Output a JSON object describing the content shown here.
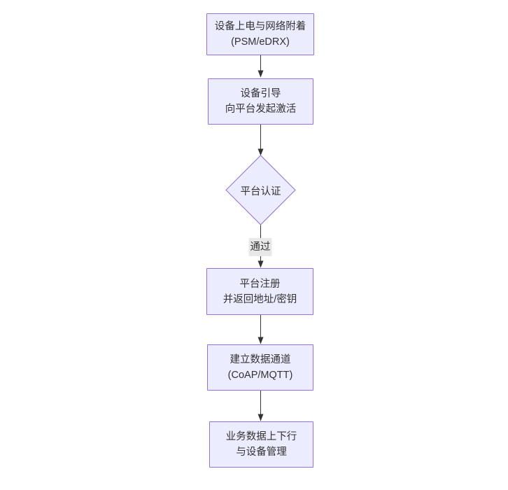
{
  "colors": {
    "background": "#ffffff",
    "node_fill": "#ececff",
    "node_border": "#9370db",
    "text": "#333333",
    "edge": "#333333",
    "edge_label_bg": "#e8e8e8"
  },
  "nodes": [
    {
      "id": "power-attach",
      "shape": "rect",
      "lines": [
        "设备上电与网络附着",
        "(PSM/eDRX)"
      ]
    },
    {
      "id": "device-bootstrap",
      "shape": "rect",
      "lines": [
        "设备引导",
        "向平台发起激活"
      ]
    },
    {
      "id": "platform-auth",
      "shape": "diamond",
      "lines": [
        "平台认证"
      ]
    },
    {
      "id": "platform-register",
      "shape": "rect",
      "lines": [
        "平台注册",
        "并返回地址/密钥"
      ]
    },
    {
      "id": "data-channel",
      "shape": "rect",
      "lines": [
        "建立数据通道",
        "(CoAP/MQTT)"
      ]
    },
    {
      "id": "business-data",
      "shape": "rect",
      "lines": [
        "业务数据上下行",
        "与设备管理"
      ]
    }
  ],
  "edges": [
    {
      "from": "power-attach",
      "to": "device-bootstrap"
    },
    {
      "from": "device-bootstrap",
      "to": "platform-auth"
    },
    {
      "from": "platform-auth",
      "to": "platform-register",
      "label": "通过"
    },
    {
      "from": "platform-register",
      "to": "data-channel"
    },
    {
      "from": "data-channel",
      "to": "business-data"
    }
  ]
}
